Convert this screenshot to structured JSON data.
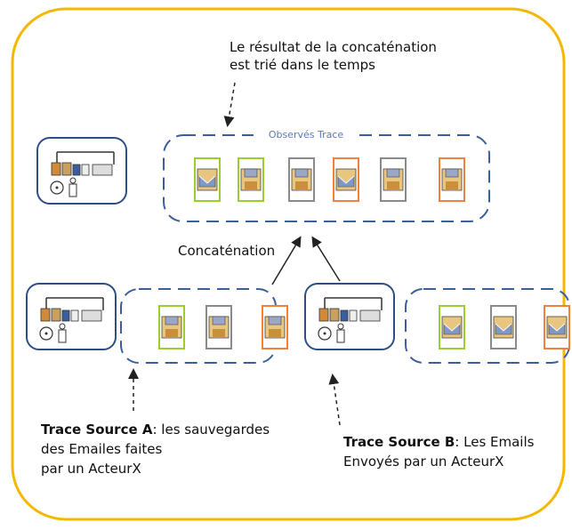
{
  "header_note": {
    "line1": "Le résultat de la concaténation",
    "line2": "est trié dans le temps"
  },
  "observed_trace": {
    "label": "Observés Trace",
    "items": [
      {
        "type": "email",
        "border_color": "#9acd32"
      },
      {
        "type": "save",
        "border_color": "#9acd32"
      },
      {
        "type": "save",
        "border_color": "#8a8a8a"
      },
      {
        "type": "email",
        "border_color": "#f08040"
      },
      {
        "type": "save",
        "border_color": "#8a8a8a"
      },
      {
        "type": "save",
        "border_color": "#f08040"
      }
    ]
  },
  "operation_label": "Concaténation",
  "source_a": {
    "title": "Trace Source A",
    "desc_line1": ": les sauvegardes",
    "desc_line2": "des Emailes faites",
    "desc_line3": "par un ActeurX",
    "items": [
      {
        "type": "save",
        "border_color": "#9acd32"
      },
      {
        "type": "save",
        "border_color": "#8a8a8a"
      },
      {
        "type": "save",
        "border_color": "#f08040"
      }
    ]
  },
  "source_b": {
    "title": "Trace Source B",
    "desc_line1": ": Les Emails",
    "desc_line2": "Envoyés par un ActeurX",
    "items": [
      {
        "type": "email",
        "border_color": "#9acd32"
      },
      {
        "type": "email",
        "border_color": "#8a8a8a"
      },
      {
        "type": "email",
        "border_color": "#f08040"
      }
    ]
  },
  "colors": {
    "frame": "#f5b800",
    "dash_box": "#3a5f9a",
    "actor_box": "#2e4f86",
    "green": "#9acd32",
    "grey": "#8a8a8a",
    "orange": "#f08040"
  }
}
